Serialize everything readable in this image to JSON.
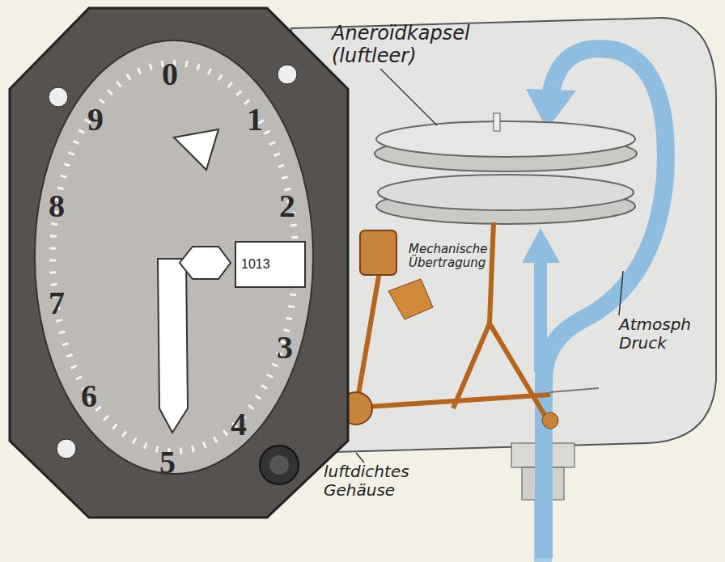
{
  "diagram": {
    "nodes": [
      {
        "text": [
          "1013"
        ]
      }
    ],
    "labels": [
      "Aneroïdkapsel (luftleer)",
      "Mechanische Übertragung",
      "Atmosph Druck",
      "luftdichtes Gehäuse",
      "0",
      "1",
      "2",
      "3",
      "4",
      "5",
      "6",
      "7",
      "8",
      "9"
    ]
  }
}
